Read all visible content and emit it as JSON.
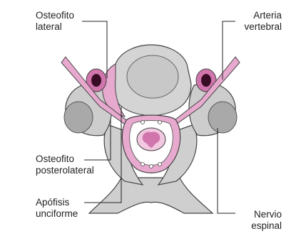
{
  "labels": {
    "osteofito_lateral": [
      "Osteofito",
      "lateral"
    ],
    "arteria_vertebral": [
      "Arteria",
      "vertebral"
    ],
    "osteofito_posterolateral": [
      "Osteofito",
      "posterolateral"
    ],
    "apofisis_unciforme": [
      "Apófisis",
      "unciforme"
    ],
    "nervio_espinal": [
      "Nervio",
      "espinal"
    ]
  },
  "colors": {
    "bone": "#d2d2d2",
    "bone_dark": "#a9a9a9",
    "outline": "#444444",
    "pink": "#e8a9cf",
    "pink_dark": "#d176ad",
    "artery": "#3a0d26",
    "leader": "#222222"
  }
}
